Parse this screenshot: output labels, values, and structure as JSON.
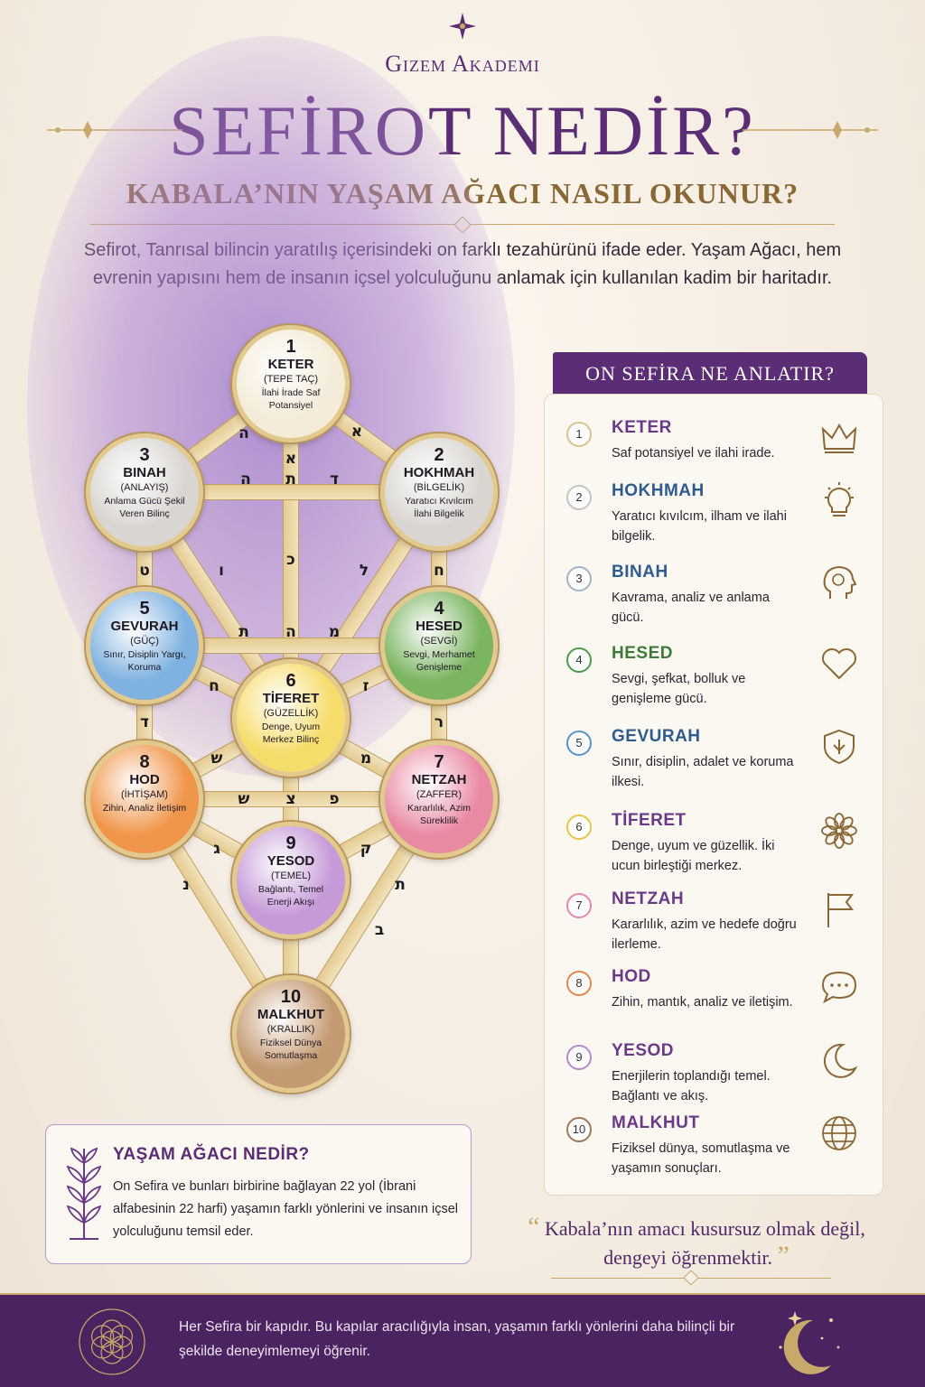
{
  "brand": "Gizem Akademi",
  "title": "SEFİROT NEDİR?",
  "subtitle": "KABALA’NIN YAŞAM AĞACI NASIL OKUNUR?",
  "intro": "Sefirot, Tanrısal bilincin yaratılış içerisindeki on farklı tezahürünü ifade eder. Yaşam Ağacı, hem evrenin yapısını hem de insanın içsel yolculuğunu anlamak için kullanılan kadim bir haritadır.",
  "tree": {
    "nodes": [
      {
        "num": "1",
        "name": "KETER",
        "translation": "(TEPE TAÇ)",
        "desc": "İlahi İrade Saf Potansiyel",
        "color": "#f4ecd9"
      },
      {
        "num": "2",
        "name": "HOKHMAH",
        "translation": "(BİLGELİK)",
        "desc": "Yaratıcı Kıvılcım İlahi Bilgelik",
        "color": "#d9d6d2"
      },
      {
        "num": "3",
        "name": "BINAH",
        "translation": "(ANLAYIŞ)",
        "desc": "Anlama Gücü Şekil Veren Bilinç",
        "color": "#d9d6d2"
      },
      {
        "num": "4",
        "name": "HESED",
        "translation": "(SEVGİ)",
        "desc": "Sevgi, Merhamet Genişleme",
        "color": "#7cb562"
      },
      {
        "num": "5",
        "name": "GEVURAH",
        "translation": "(GÜÇ)",
        "desc": "Sınır, Disiplin Yargı, Koruma",
        "color": "#7fb2e0"
      },
      {
        "num": "6",
        "name": "TİFERET",
        "translation": "(GÜZELLİK)",
        "desc": "Denge, Uyum Merkez Bilinç",
        "color": "#f6dc6a"
      },
      {
        "num": "7",
        "name": "NETZAH",
        "translation": "(ZAFFER)",
        "desc": "Kararlılık, Azim Süreklilik",
        "color": "#e98aa3"
      },
      {
        "num": "8",
        "name": "HOD",
        "translation": "(İHTİŞAM)",
        "desc": "Zihin, Analiz İletişim",
        "color": "#f0964a"
      },
      {
        "num": "9",
        "name": "YESOD",
        "translation": "(TEMEL)",
        "desc": "Bağlantı, Temel Enerji Akışı",
        "color": "#c59ad8"
      },
      {
        "num": "10",
        "name": "MALKHUT",
        "translation": "(KRALLIK)",
        "desc": "Fiziksel Dünya Somutlaşma",
        "color": "#c49a72"
      }
    ],
    "letters": [
      "ה",
      "א",
      "א",
      "ד",
      "ת",
      "ה",
      "ט",
      "ח",
      "ו",
      "ל",
      "כ",
      "ה",
      "ת",
      "מ",
      "ח",
      "ז",
      "ר",
      "ד",
      "ש",
      "מ",
      "ש",
      "צ",
      "פ",
      "ג",
      "ק",
      "נ",
      "ת",
      "ב"
    ]
  },
  "panel": {
    "heading": "ON SEFİRA NE ANLATIR?",
    "items": [
      {
        "num": "1",
        "name": "KETER",
        "desc": "Saf potansiyel ve ilahi irade.",
        "color": "#6a3a86",
        "badge": "#d9c38a",
        "icon": "crown-icon"
      },
      {
        "num": "2",
        "name": "HOKHMAH",
        "desc": "Yaratıcı kıvılcım, ilham ve ilahi bilgelik.",
        "color": "#2f5b8f",
        "badge": "#c8c4bf",
        "icon": "lightbulb-icon"
      },
      {
        "num": "3",
        "name": "BINAH",
        "desc": "Kavrama, analiz ve anlama gücü.",
        "color": "#2f5b8f",
        "badge": "#9fb5c5",
        "icon": "head-mind-icon"
      },
      {
        "num": "4",
        "name": "HESED",
        "desc": "Sevgi, şefkat, bolluk ve genişleme gücü.",
        "color": "#3f7a3a",
        "badge": "#4e9a4a",
        "icon": "heart-icon"
      },
      {
        "num": "5",
        "name": "GEVURAH",
        "desc": "Sınır, disiplin, adalet ve koruma ilkesi.",
        "color": "#2f5b8f",
        "badge": "#5c92c8",
        "icon": "shield-icon"
      },
      {
        "num": "6",
        "name": "TİFERET",
        "desc": "Denge, uyum ve güzellik. İki ucun birleştiği merkez.",
        "color": "#6a3a86",
        "badge": "#e9c74a",
        "icon": "flower-icon"
      },
      {
        "num": "7",
        "name": "NETZAH",
        "desc": "Kararlılık, azim ve hedefe doğru ilerleme.",
        "color": "#6a3a86",
        "badge": "#e58aa9",
        "icon": "flag-icon"
      },
      {
        "num": "8",
        "name": "HOD",
        "desc": "Zihin, mantık, analiz ve iletişim.",
        "color": "#6a3a86",
        "badge": "#e9864a",
        "icon": "speech-bubble-icon"
      },
      {
        "num": "9",
        "name": "YESOD",
        "desc": "Enerjilerin toplandığı temel. Bağlantı ve akış.",
        "color": "#6a3a86",
        "badge": "#b58ad0",
        "icon": "moon-icon"
      },
      {
        "num": "10",
        "name": "MALKHUT",
        "desc": "Fiziksel dünya, somutlaşma ve yaşamın sonuçları.",
        "color": "#6a3a86",
        "badge": "#a0785a",
        "icon": "globe-icon"
      }
    ]
  },
  "info": {
    "title": "YAŞAM AĞACI NEDİR?",
    "text": "On Sefira ve bunları birbirine bağlayan 22 yol (İbrani alfabesinin 22 harfi) yaşamın farklı yönlerini ve insanın içsel yolculuğunu temsil eder."
  },
  "quote": {
    "line1": "Kabala’nın amacı kusursuz olmak değil,",
    "line2": "dengeyi öğrenmektir."
  },
  "footer": {
    "text": "Her Sefira bir kapıdır. Bu kapılar aracılığıyla insan, yaşamın farklı yönlerini daha bilinçli bir şekilde deneyimlemeyi öğrenir."
  }
}
